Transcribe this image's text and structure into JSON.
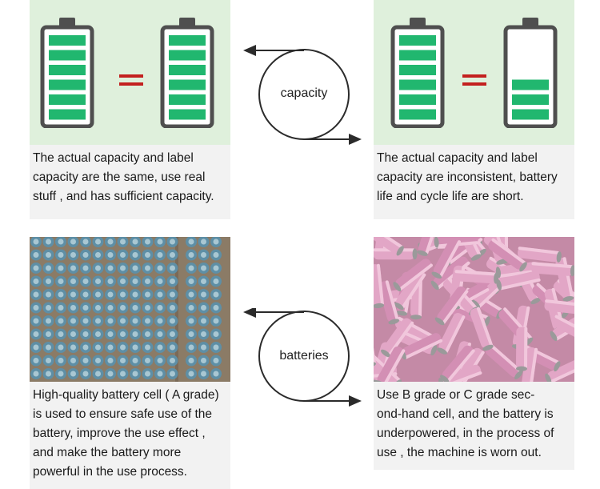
{
  "colors": {
    "green_bg": "#dff0dc",
    "caption_bg": "#f2f2f2",
    "cell_green": "#21b76f",
    "equals_red": "#c3201f",
    "frame": "#4f4f4f"
  },
  "capacity_section": {
    "cycle_label": "capacity",
    "good_panel": {
      "left_battery_charge_fraction": 1.0,
      "right_battery_charge_fraction": 1.0,
      "caption_lines": [
        "The actual capacity and label",
        "capacity are the same, use real",
        "stuff , and has sufficient capacity."
      ]
    },
    "bad_panel": {
      "left_battery_charge_fraction": 1.0,
      "right_battery_charge_fraction": 0.5,
      "caption_lines": [
        "The actual capacity and label",
        "capacity are inconsistent, battery",
        "life and cycle life are short."
      ]
    }
  },
  "batteries_section": {
    "cycle_label": "batteries",
    "good_panel": {
      "image_icon": "photo-of-a-grade-cells-in-boxes",
      "caption_lines": [
        "High-quality battery cell ( A grade)",
        "is used to ensure safe use of the",
        "battery, improve the use effect ,",
        "and make the battery more",
        "powerful in the use process."
      ]
    },
    "bad_panel": {
      "image_icon": "photo-of-pink-second-hand-cells",
      "caption_lines": [
        "Use B grade or C grade sec-",
        "ond-hand cell, and the battery is",
        "underpowered, in the process of",
        "use , the machine is worn out."
      ]
    }
  }
}
